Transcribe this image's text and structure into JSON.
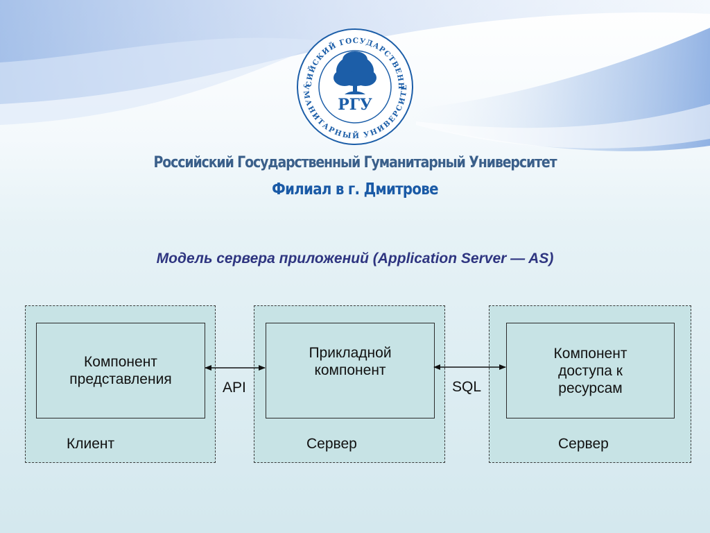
{
  "header": {
    "seal_text_top": "РОССИЙСКИЙ ГОСУДАРСТВЕННЫЙ",
    "seal_text_bottom": "ГУМАНИТАРНЫЙ УНИВЕРСИТЕТ",
    "seal_monogram": "РГУ",
    "university_name": "Российский Государственный Гуманитарный Университет",
    "branch_name": "Филиал в г. Дмитрове"
  },
  "slide": {
    "title": "Модель сервера приложений (Application Server — AS)"
  },
  "diagram": {
    "groups": [
      {
        "label": "Клиент",
        "component": "Компонент\nпредставления"
      },
      {
        "label": "Сервер",
        "component": "Прикладной\nкомпонент"
      },
      {
        "label": "Сервер",
        "component": "Компонент\nдоступа к\nресурсам"
      }
    ],
    "connectors": [
      {
        "label": "API"
      },
      {
        "label": "SQL"
      }
    ]
  },
  "colors": {
    "title": "#2e3580",
    "university_name": "#3a5f8a",
    "branch_name": "#1a5aa6",
    "box_fill": "#c7e3e5",
    "seal_blue": "#1c5ea8"
  }
}
